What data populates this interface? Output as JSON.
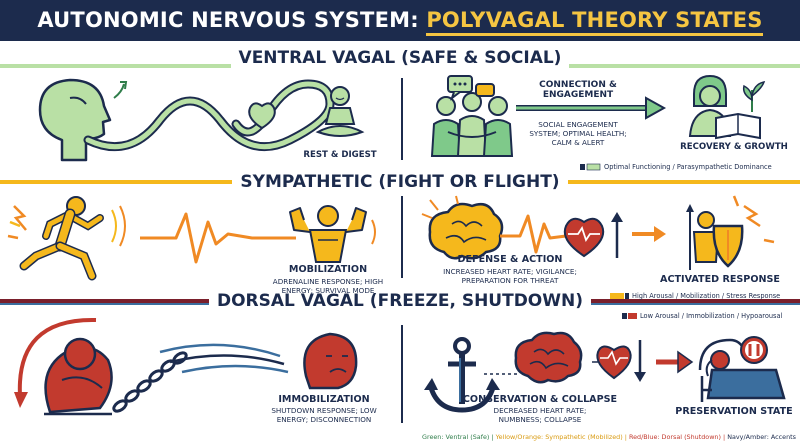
{
  "title": {
    "main": "AUTONOMIC NERVOUS SYSTEM: ",
    "highlight": "POLYVAGAL THEORY STATES"
  },
  "sections": {
    "ventral": {
      "heading": "VENTRAL VAGAL (SAFE & SOCIAL)",
      "rest_label": "REST & DIGEST",
      "connection_label": "CONNECTION &\nENGAGEMENT",
      "engagement_desc": "SOCIAL ENGAGEMENT\nSYSTEM; OPTIMAL HEALTH;\nCALM & ALERT",
      "recovery_label": "RECOVERY & GROWTH",
      "legend": "Optimal Functioning / Parasympathetic Dominance"
    },
    "sympathetic": {
      "heading": "SYMPATHETIC (FIGHT OR FLIGHT)",
      "mobilization_label": "MOBILIZATION",
      "mobilization_desc": "ADRENALINE RESPONSE; HIGH\nENERGY; SURVIVAL MODE",
      "defense_label": "DEFENSE & ACTION",
      "defense_desc": "INCREASED HEART RATE; VIGILANCE;\nPREPARATION FOR THREAT",
      "activated_label": "ACTIVATED RESPONSE",
      "legend": "High Arousal / Mobilization / Stress Response"
    },
    "dorsal": {
      "heading": "DORSAL VAGAL (FREEZE, SHUTDOWN)",
      "legend": "Low Arousal / Immobilization / Hypoarousal",
      "immobilization_label": "IMMOBILIZATION",
      "immobilization_desc": "SHUTDOWN RESPONSE; LOW\nENERGY; DISCONNECTION",
      "conservation_label": "CONSERVATION & COLLAPSE",
      "conservation_desc": "DECREASED HEART RATE;\nNUMBNESS; COLLAPSE",
      "preservation_label": "PRESERVATION STATE"
    }
  },
  "footer": {
    "green": "Green: Ventral (Safe) | ",
    "yellow": "Yellow/Orange: Sympathetic (Mobilized) | ",
    "red": "Red/Blue: Dorsal (Shutdown) | ",
    "navy": "Navy/Amber: Accents"
  },
  "colors": {
    "navy": "#1c2b4d",
    "ventral_green": "#b9e0a5",
    "ventral_dark": "#2f7d4a",
    "sympathetic_yellow": "#f5b81c",
    "sympathetic_orange": "#f08a24",
    "dorsal_red": "#c23a2e",
    "dorsal_blue": "#3b6e9e",
    "divider_band": "#7a1f2b"
  },
  "icons": [
    "head-profile-icon",
    "infinity-path-icon",
    "heart-icon",
    "meditation-icon",
    "people-group-icon",
    "speech-bubbles-icon",
    "arrow-right-icon",
    "reader-plant-icon",
    "runner-icon",
    "heartbeat-line-icon",
    "flexing-figure-icon",
    "brain-icon",
    "heart-pulse-icon",
    "arrow-up-icon",
    "warrior-shield-icon",
    "curled-figure-icon",
    "chain-icon",
    "wave-lines-icon",
    "sad-face-icon",
    "anchor-icon",
    "arrow-down-icon",
    "person-in-bed-icon",
    "pause-icon"
  ]
}
